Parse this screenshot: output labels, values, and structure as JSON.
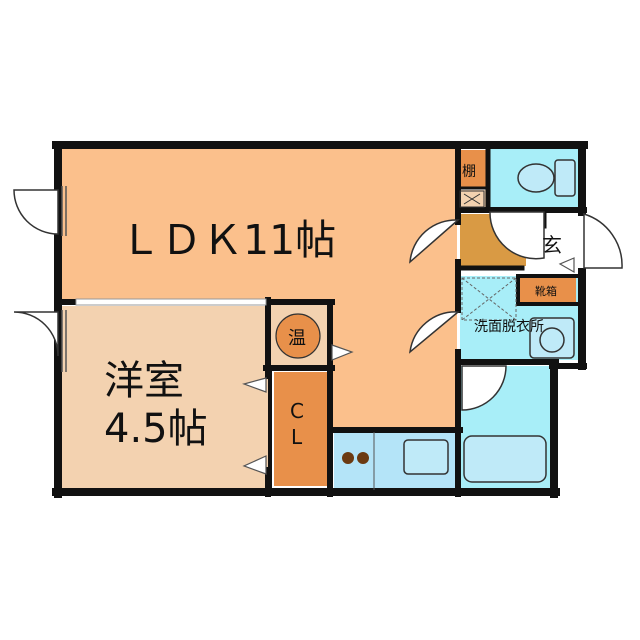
{
  "rooms": {
    "ldk": "ＬＤＫ11帖",
    "western_room_line1": "洋室",
    "western_room_line2": "4.5帖",
    "water_heater": "温",
    "closet_line1": "C",
    "closet_line2": "L",
    "shelf": "棚",
    "entrance": "玄",
    "shoe_box": "靴箱",
    "washroom": "洗面脱衣所"
  },
  "colors": {
    "ldk": "#fbc08c",
    "western_room": "#f3d2b0",
    "storage": "#e8904a",
    "entrance_floor": "#d99a44",
    "wet_area": "#a8eef8",
    "kitchen": "#b4e4f8",
    "fixture": "#bfeaf8",
    "wall": "#111111"
  }
}
